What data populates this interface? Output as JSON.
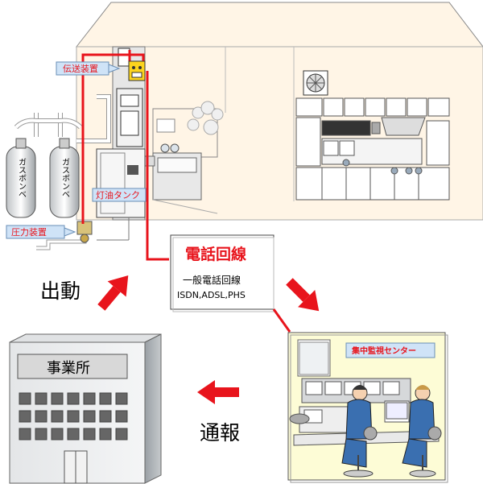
{
  "labels": {
    "transmitter": "伝送装置",
    "kerosene_tank": "灯油タンク",
    "pressure_device": "圧力装置",
    "gas_cylinder_1": "ガスボンベ",
    "gas_cylinder_2": "ガスボンベ",
    "phone_line_title": "電話回線",
    "phone_line_sub1": "一般電話回線",
    "phone_line_sub2": "ISDN,ADSL,PHS",
    "monitoring_center": "集中監視センター",
    "office": "事業所",
    "dispatch": "出動",
    "report": "通報"
  },
  "colors": {
    "line_red": "#e8141c",
    "arrow_red": "#e8141c",
    "label_blue_bg": "#cfe3f7",
    "house_cream": "#fff5e6",
    "center_bg": "#fdfcd6"
  }
}
